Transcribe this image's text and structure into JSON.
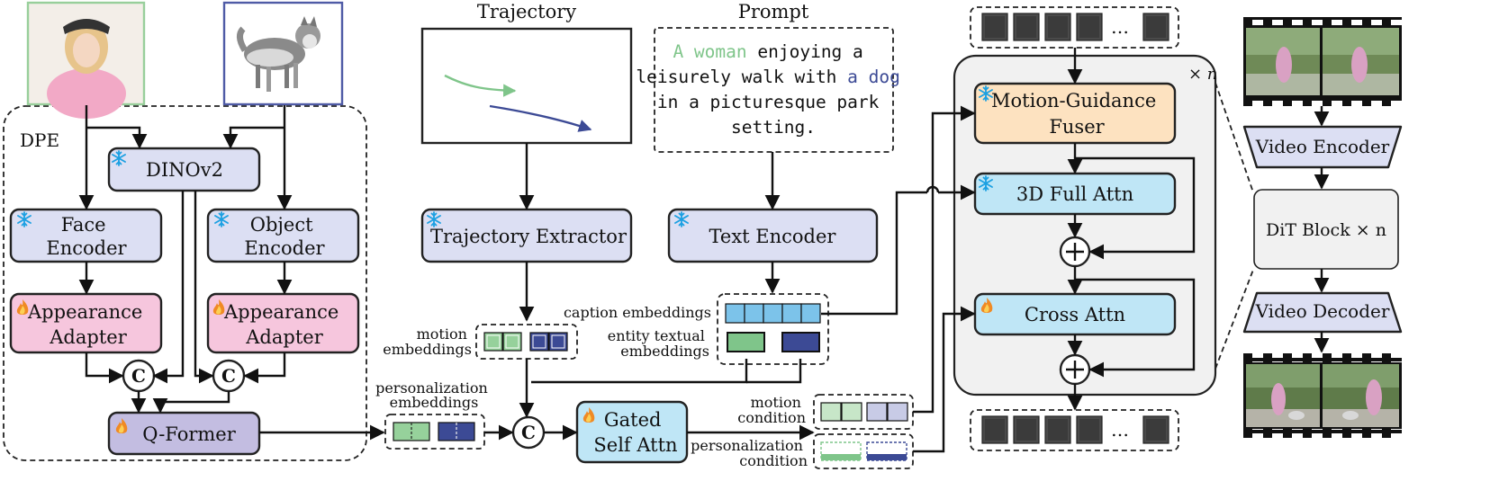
{
  "colors": {
    "woman": "#7fc58a",
    "dog": "#3c4a95",
    "encoder_fill": "#dcdff3",
    "adapter_fill": "#f6c6dd",
    "qformer_fill": "#c3bde1",
    "fuser_fill": "#fde2c0",
    "attn_fill": "#bfe6f6",
    "panel_fill": "#f1f1f1",
    "frame_border_woman": "#98cf9b",
    "frame_border_dog": "#4f5ba6"
  },
  "icons": {
    "frozen": "snowflake-icon",
    "trainable": "flame-icon",
    "concat": "concat-icon",
    "add": "plus-icon",
    "film": "film-strip-icon",
    "token": "latent-token-icon"
  },
  "labels": {
    "dpe": "DPE",
    "dinov2": "DINOv2",
    "face_encoder": [
      "Face",
      "Encoder"
    ],
    "object_encoder": [
      "Object",
      "Encoder"
    ],
    "appearance_adapter": [
      "Appearance",
      "Adapter"
    ],
    "qformer": "Q-Former",
    "concat_symbol": "C",
    "trajectory_title": "Trajectory",
    "prompt_title": "Prompt",
    "prompt_text": {
      "line1_colored": "A woman",
      "line1_rest": " enjoying a",
      "line2_plain": "leisurely walk with ",
      "line2_colored": "a dog",
      "line3": "in a picturesque park",
      "line4": "setting."
    },
    "trajectory_extractor": "Trajectory Extractor",
    "text_encoder": "Text Encoder",
    "motion_embeddings": [
      "motion",
      "embeddings"
    ],
    "caption_embeddings": "caption embeddings",
    "entity_textual_embeddings": [
      "entity textual",
      "embeddings"
    ],
    "personalization_embeddings": [
      "personalization",
      "embeddings"
    ],
    "gated_self_attn": [
      "Gated",
      "Self Attn"
    ],
    "motion_condition": [
      "motion",
      "condition"
    ],
    "personalization_condition": [
      "personalization",
      "condition"
    ],
    "motion_guidance_fuser": [
      "Motion-Guidance",
      "Fuser"
    ],
    "full_attn_3d": "3D Full Attn",
    "cross_attn": "Cross Attn",
    "times_n": "× n",
    "ellipsis": "…",
    "video_encoder": "Video Encoder",
    "dit_block": "DiT Block × n",
    "video_decoder": "Video Decoder"
  }
}
